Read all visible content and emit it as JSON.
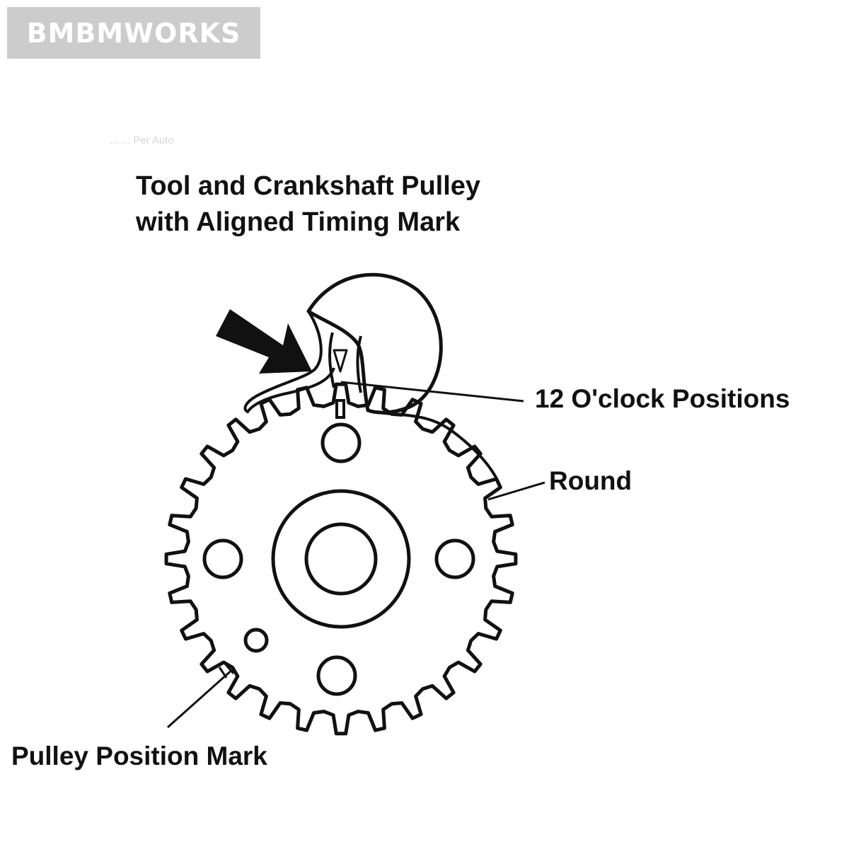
{
  "watermark": {
    "text": "BMBMWORKS"
  },
  "faint_caption": "... ... Per Auto",
  "title": {
    "line1": "Tool and Crankshaft Pulley",
    "line2": "with Aligned Timing Mark"
  },
  "callouts": {
    "twelve_oclock": "12 O'clock Positions",
    "round": "Round",
    "pulley_position_mark": "Pulley Position Mark"
  },
  "icons": [
    "arrow-icon",
    "sprocket-icon",
    "timing-tool-icon"
  ],
  "colors": {
    "ink": "#111111",
    "badge": "#cccccc",
    "badge_text": "#ffffff"
  }
}
